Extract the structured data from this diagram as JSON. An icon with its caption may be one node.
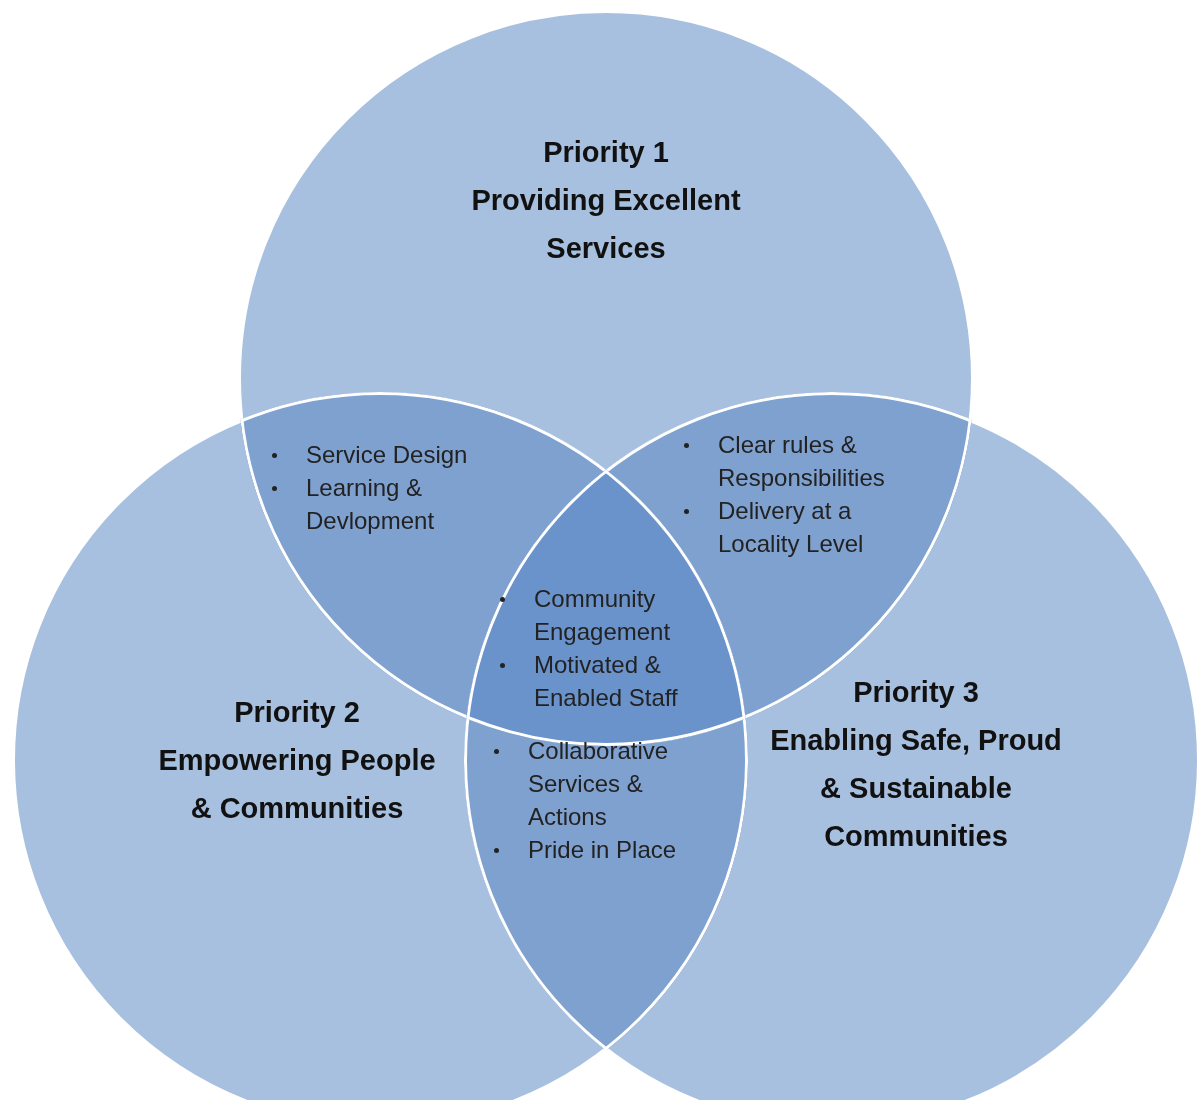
{
  "diagram": {
    "nodes": [
      {
        "text": [
          "Priority 1",
          "Providing Excellent Services"
        ]
      },
      {
        "text": [
          "Priority 2",
          "Empowering People & Communities"
        ]
      },
      {
        "text": [
          "Priority 3",
          "Enabling Safe, Proud & Sustainable Communities"
        ]
      }
    ],
    "labels": [
      "Service Design",
      "Learning & Devlopment",
      "Clear rules & Responsibilities",
      "Delivery at a Locality Level",
      "Community Engagement",
      "Motivated & Enabled Staff",
      "Collaborative Services & Actions",
      "Pride in Place"
    ]
  }
}
